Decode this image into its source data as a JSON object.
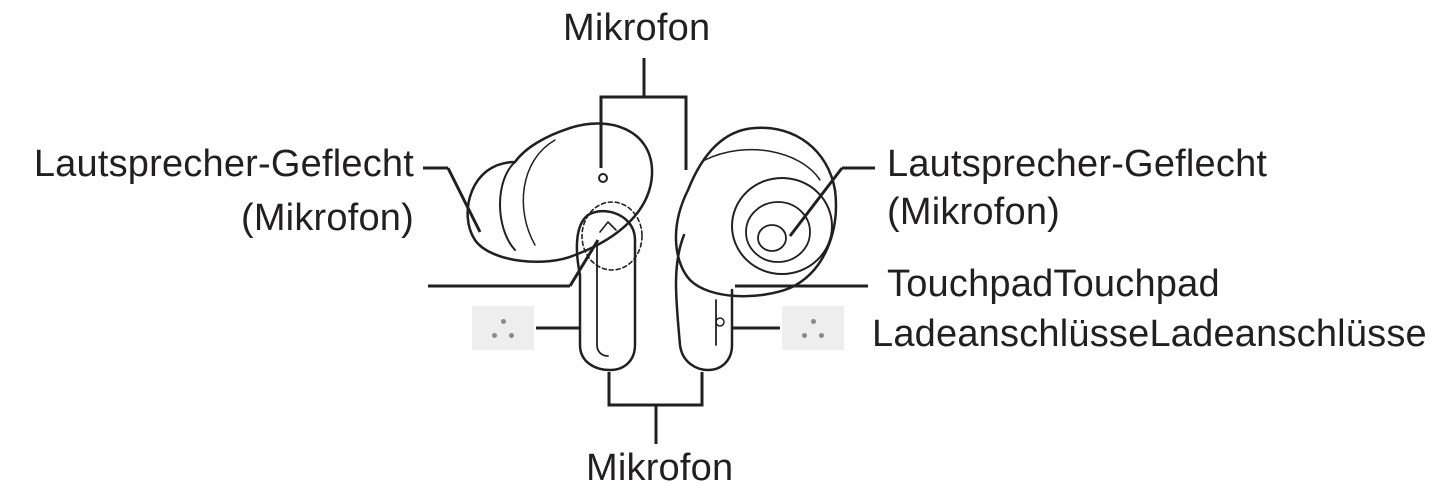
{
  "labels": {
    "mic_top": "Mikrofon",
    "mic_bottom": "Mikrofon",
    "left_speaker_line1": "Lautsprecher-Geflecht",
    "left_speaker_line2": "(Mikrofon)",
    "right_speaker_line1": "Lautsprecher-Geflecht",
    "right_speaker_line2": "(Mikrofon)",
    "touchpad": "TouchpadTouchpad",
    "charging": "LadeanschlüsseLadeanschlüsse"
  },
  "colors": {
    "line": "#231f20",
    "charge_box": "#eeeeee"
  }
}
